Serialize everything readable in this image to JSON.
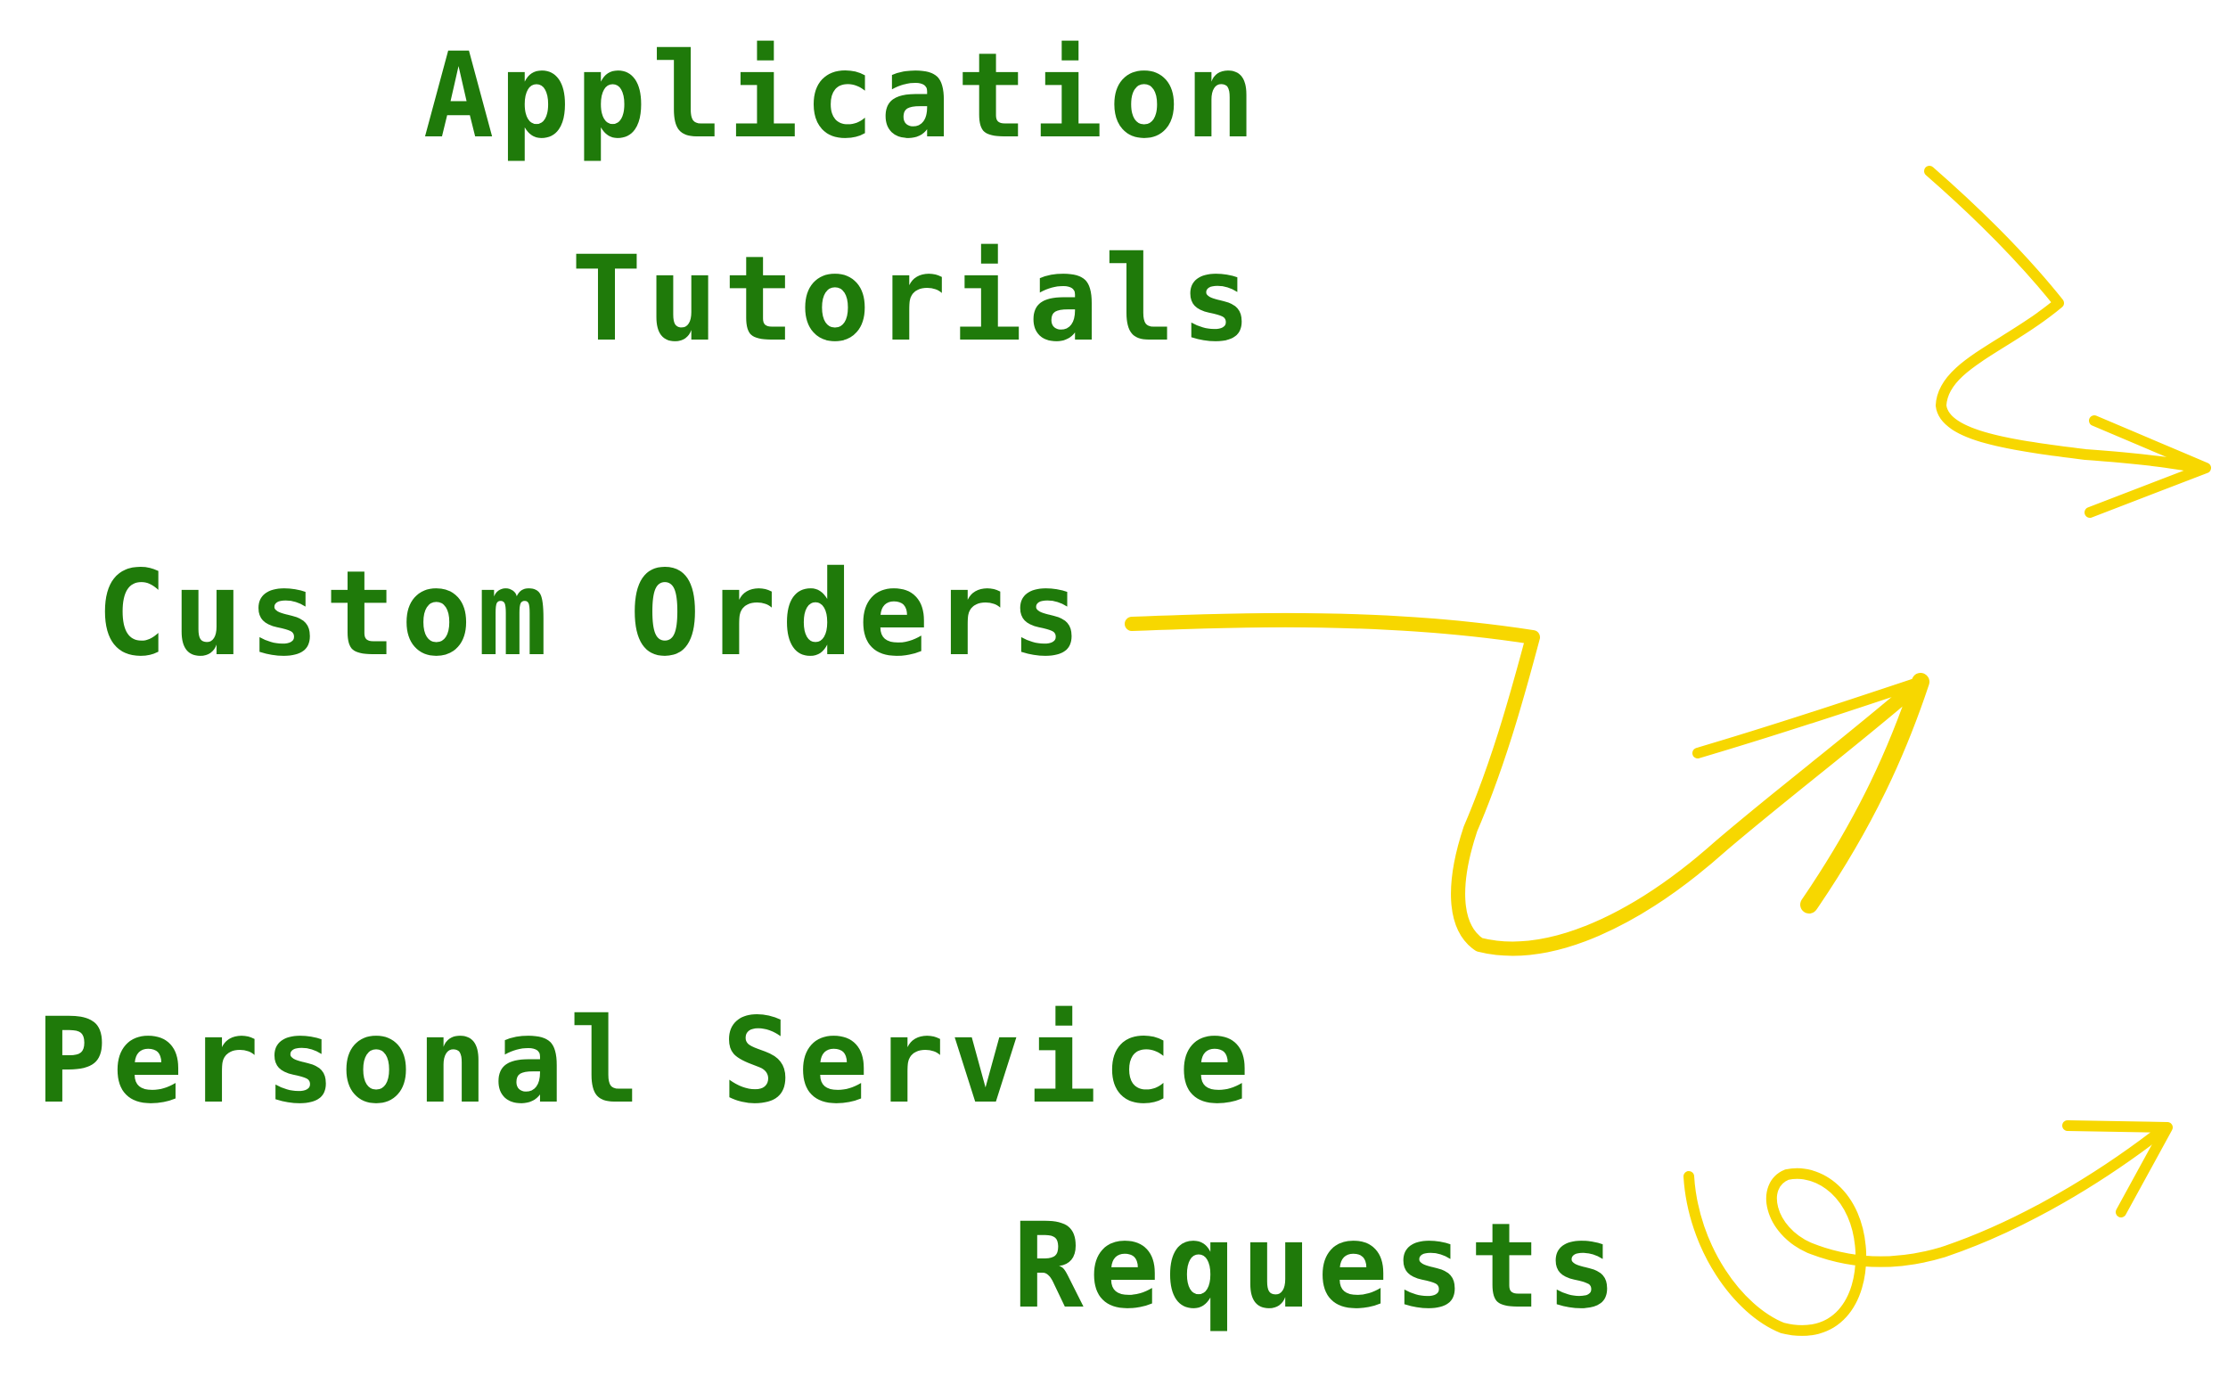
{
  "labels": {
    "application_line1": "Application",
    "application_line2": "Tutorials",
    "custom_orders": "Custom Orders",
    "personal_line1": "Personal Service",
    "personal_line2": "Requests"
  },
  "colors": {
    "text": "#1f7a0a",
    "arrow": "#f7d700",
    "background": "#ffffff"
  },
  "icons": {
    "top_arrow": "zigzag-arrow-icon",
    "middle_arrow": "up-right-arrow-icon",
    "bottom_arrow": "loop-arrow-icon"
  }
}
